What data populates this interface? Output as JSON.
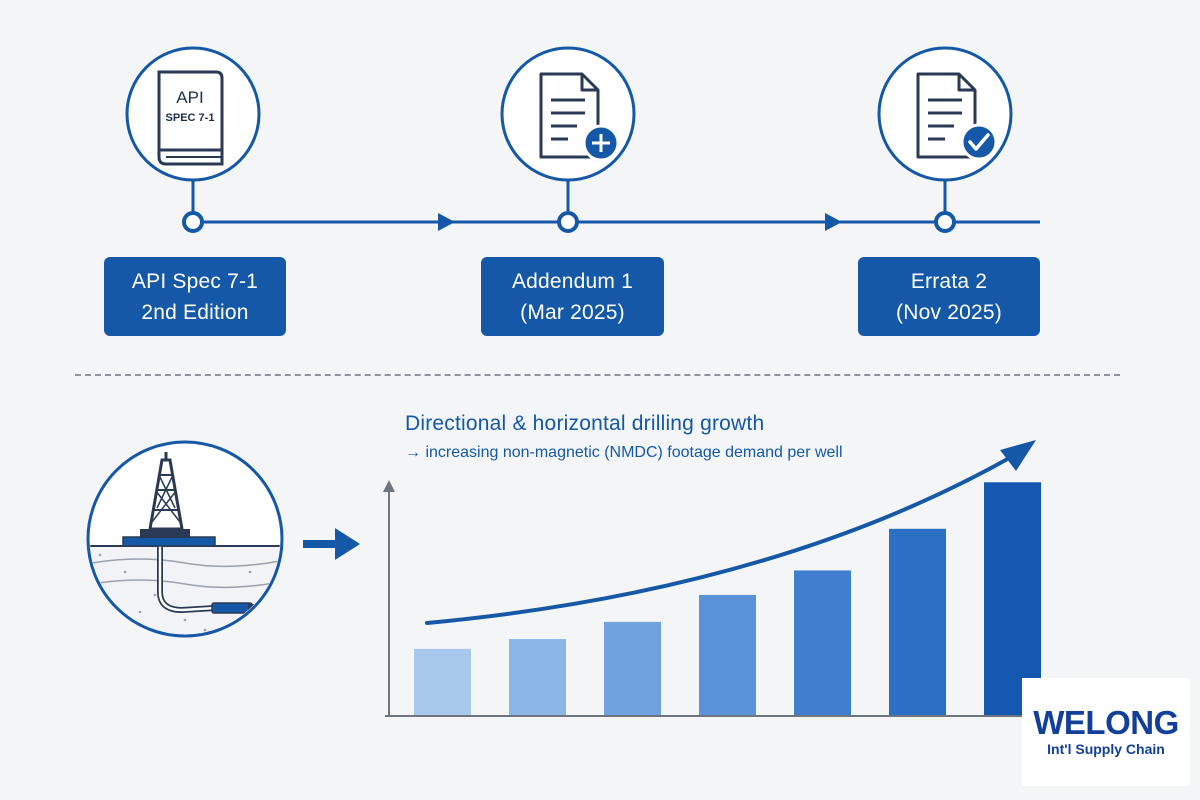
{
  "colors": {
    "primary": "#1558a8",
    "dark": "#123f9a",
    "background": "#f4f5f7",
    "bar_gradient": [
      "#a8c8ee",
      "#8ab6e8",
      "#6fa2df",
      "#5a93d9",
      "#3e7fcf",
      "#2c70c6",
      "#1558b0"
    ]
  },
  "timeline": {
    "milestones": [
      {
        "icon": "book-icon",
        "icon_text_line1": "API",
        "icon_text_line2": "SPEC 7-1",
        "line1": "API Spec 7-1",
        "line2": "2nd Edition"
      },
      {
        "icon": "document-plus-icon",
        "line1": "Addendum 1",
        "line2": "(Mar 2025)"
      },
      {
        "icon": "document-check-icon",
        "line1": "Errata 2",
        "line2": "(Nov 2025)"
      }
    ]
  },
  "growth": {
    "title": "Directional & horizontal drilling growth",
    "subtitle": "→ increasing non-magnetic (NMDC) footage demand per well",
    "illustration_icon": "drilling-rig-icon"
  },
  "chart_data": {
    "type": "bar",
    "trend": "increasing",
    "values": [
      0.27,
      0.31,
      0.38,
      0.49,
      0.59,
      0.76,
      0.95
    ],
    "ylim": [
      0,
      1
    ]
  },
  "logo": {
    "word": "WELONG",
    "tagline": "Int'l Supply Chain"
  }
}
